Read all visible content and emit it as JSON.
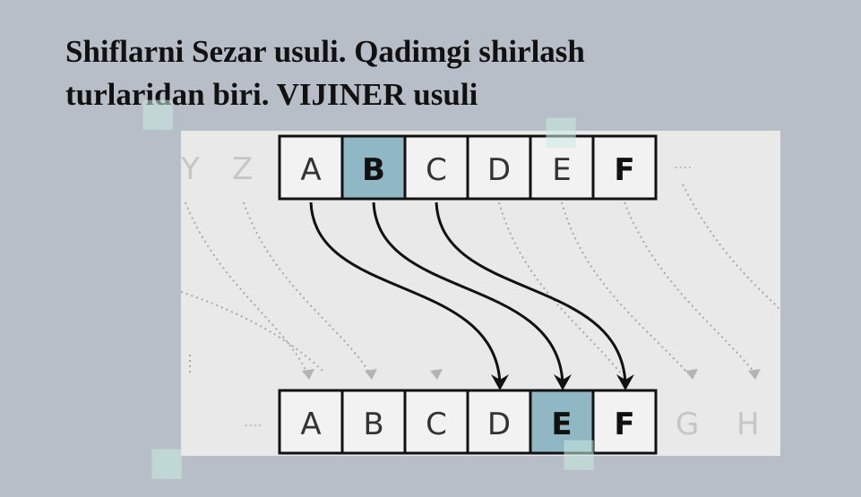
{
  "slide": {
    "title_line1": "Shiflarni Sezar usuli. Qadimgi shirlash",
    "title_line2": "turlaridan biri. VIJINER usuli"
  },
  "diagram": {
    "top_faded_left": [
      "Y",
      "Z"
    ],
    "top_row": [
      "A",
      "B",
      "C",
      "D",
      "E",
      "F"
    ],
    "top_highlight_index": 1,
    "bottom_row": [
      "A",
      "B",
      "C",
      "D",
      "E",
      "F"
    ],
    "bottom_faded_right": [
      "G",
      "H"
    ],
    "bottom_highlight_index": 4,
    "shift": 3,
    "ellipsis": "....",
    "highlight_color": "#8fb7c4",
    "box_fill": "#f2f2f2"
  }
}
